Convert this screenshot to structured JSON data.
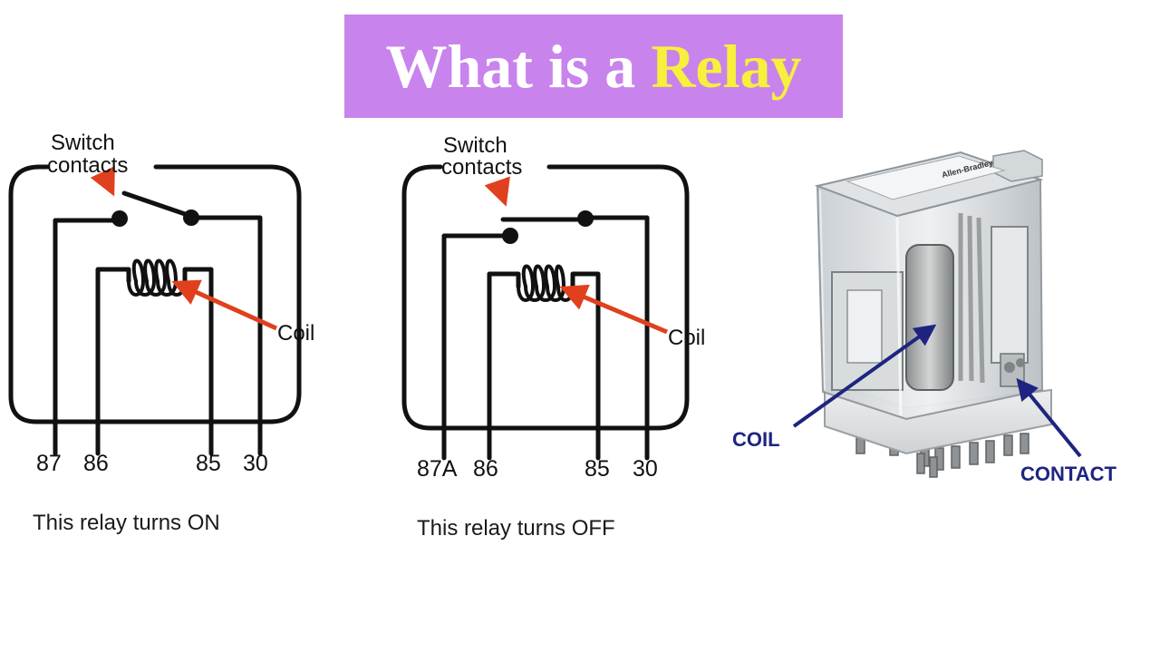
{
  "title": {
    "prefix": "What is a ",
    "highlight": "Relay"
  },
  "colors": {
    "banner": "#c983ec",
    "title_text": "#ffffff",
    "title_highlight": "#f7f03c",
    "wire": "#111111",
    "arrow_red": "#e0401e",
    "callout_navy": "#1e2480"
  },
  "diagram_on": {
    "switch_label_line1": "Switch",
    "switch_label_line2": "contacts",
    "coil_label": "Coil",
    "terminals": [
      "87",
      "86",
      "85",
      "30"
    ],
    "caption": "This relay turns ON"
  },
  "diagram_off": {
    "switch_label_line1": "Switch",
    "switch_label_line2": "contacts",
    "coil_label": "Coil",
    "terminals": [
      "87A",
      "86",
      "85",
      "30"
    ],
    "caption": "This relay turns OFF"
  },
  "relay_photo": {
    "coil_label": "COIL",
    "contact_label": "CONTACT",
    "brand_text": "Allen-Bradley"
  }
}
